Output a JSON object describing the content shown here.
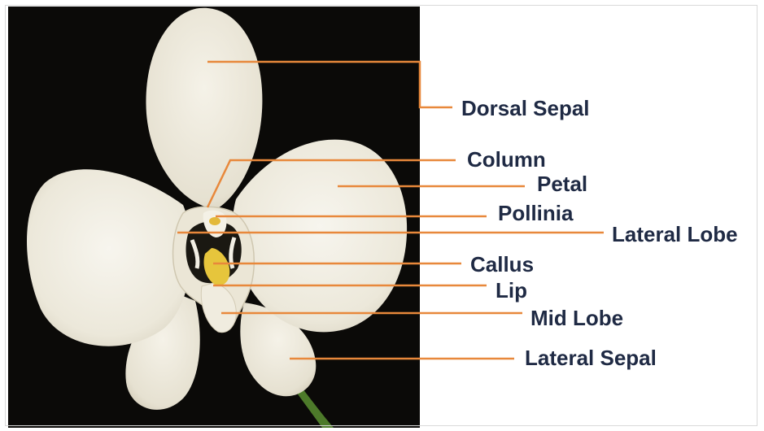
{
  "diagram": {
    "labels": {
      "dorsal_sepal": "Dorsal Sepal",
      "column": "Column",
      "petal": "Petal",
      "pollinia": "Pollinia",
      "lateral_lobe": "Lateral Lobe",
      "callus": "Callus",
      "lip": "Lip",
      "mid_lobe": "Mid Lobe",
      "lateral_sepal": "Lateral Sepal"
    },
    "colors": {
      "background": "#0b0a08",
      "flower": "#f2efe4",
      "leader_line": "#e8883b",
      "label_text": "#1f2a44"
    }
  }
}
